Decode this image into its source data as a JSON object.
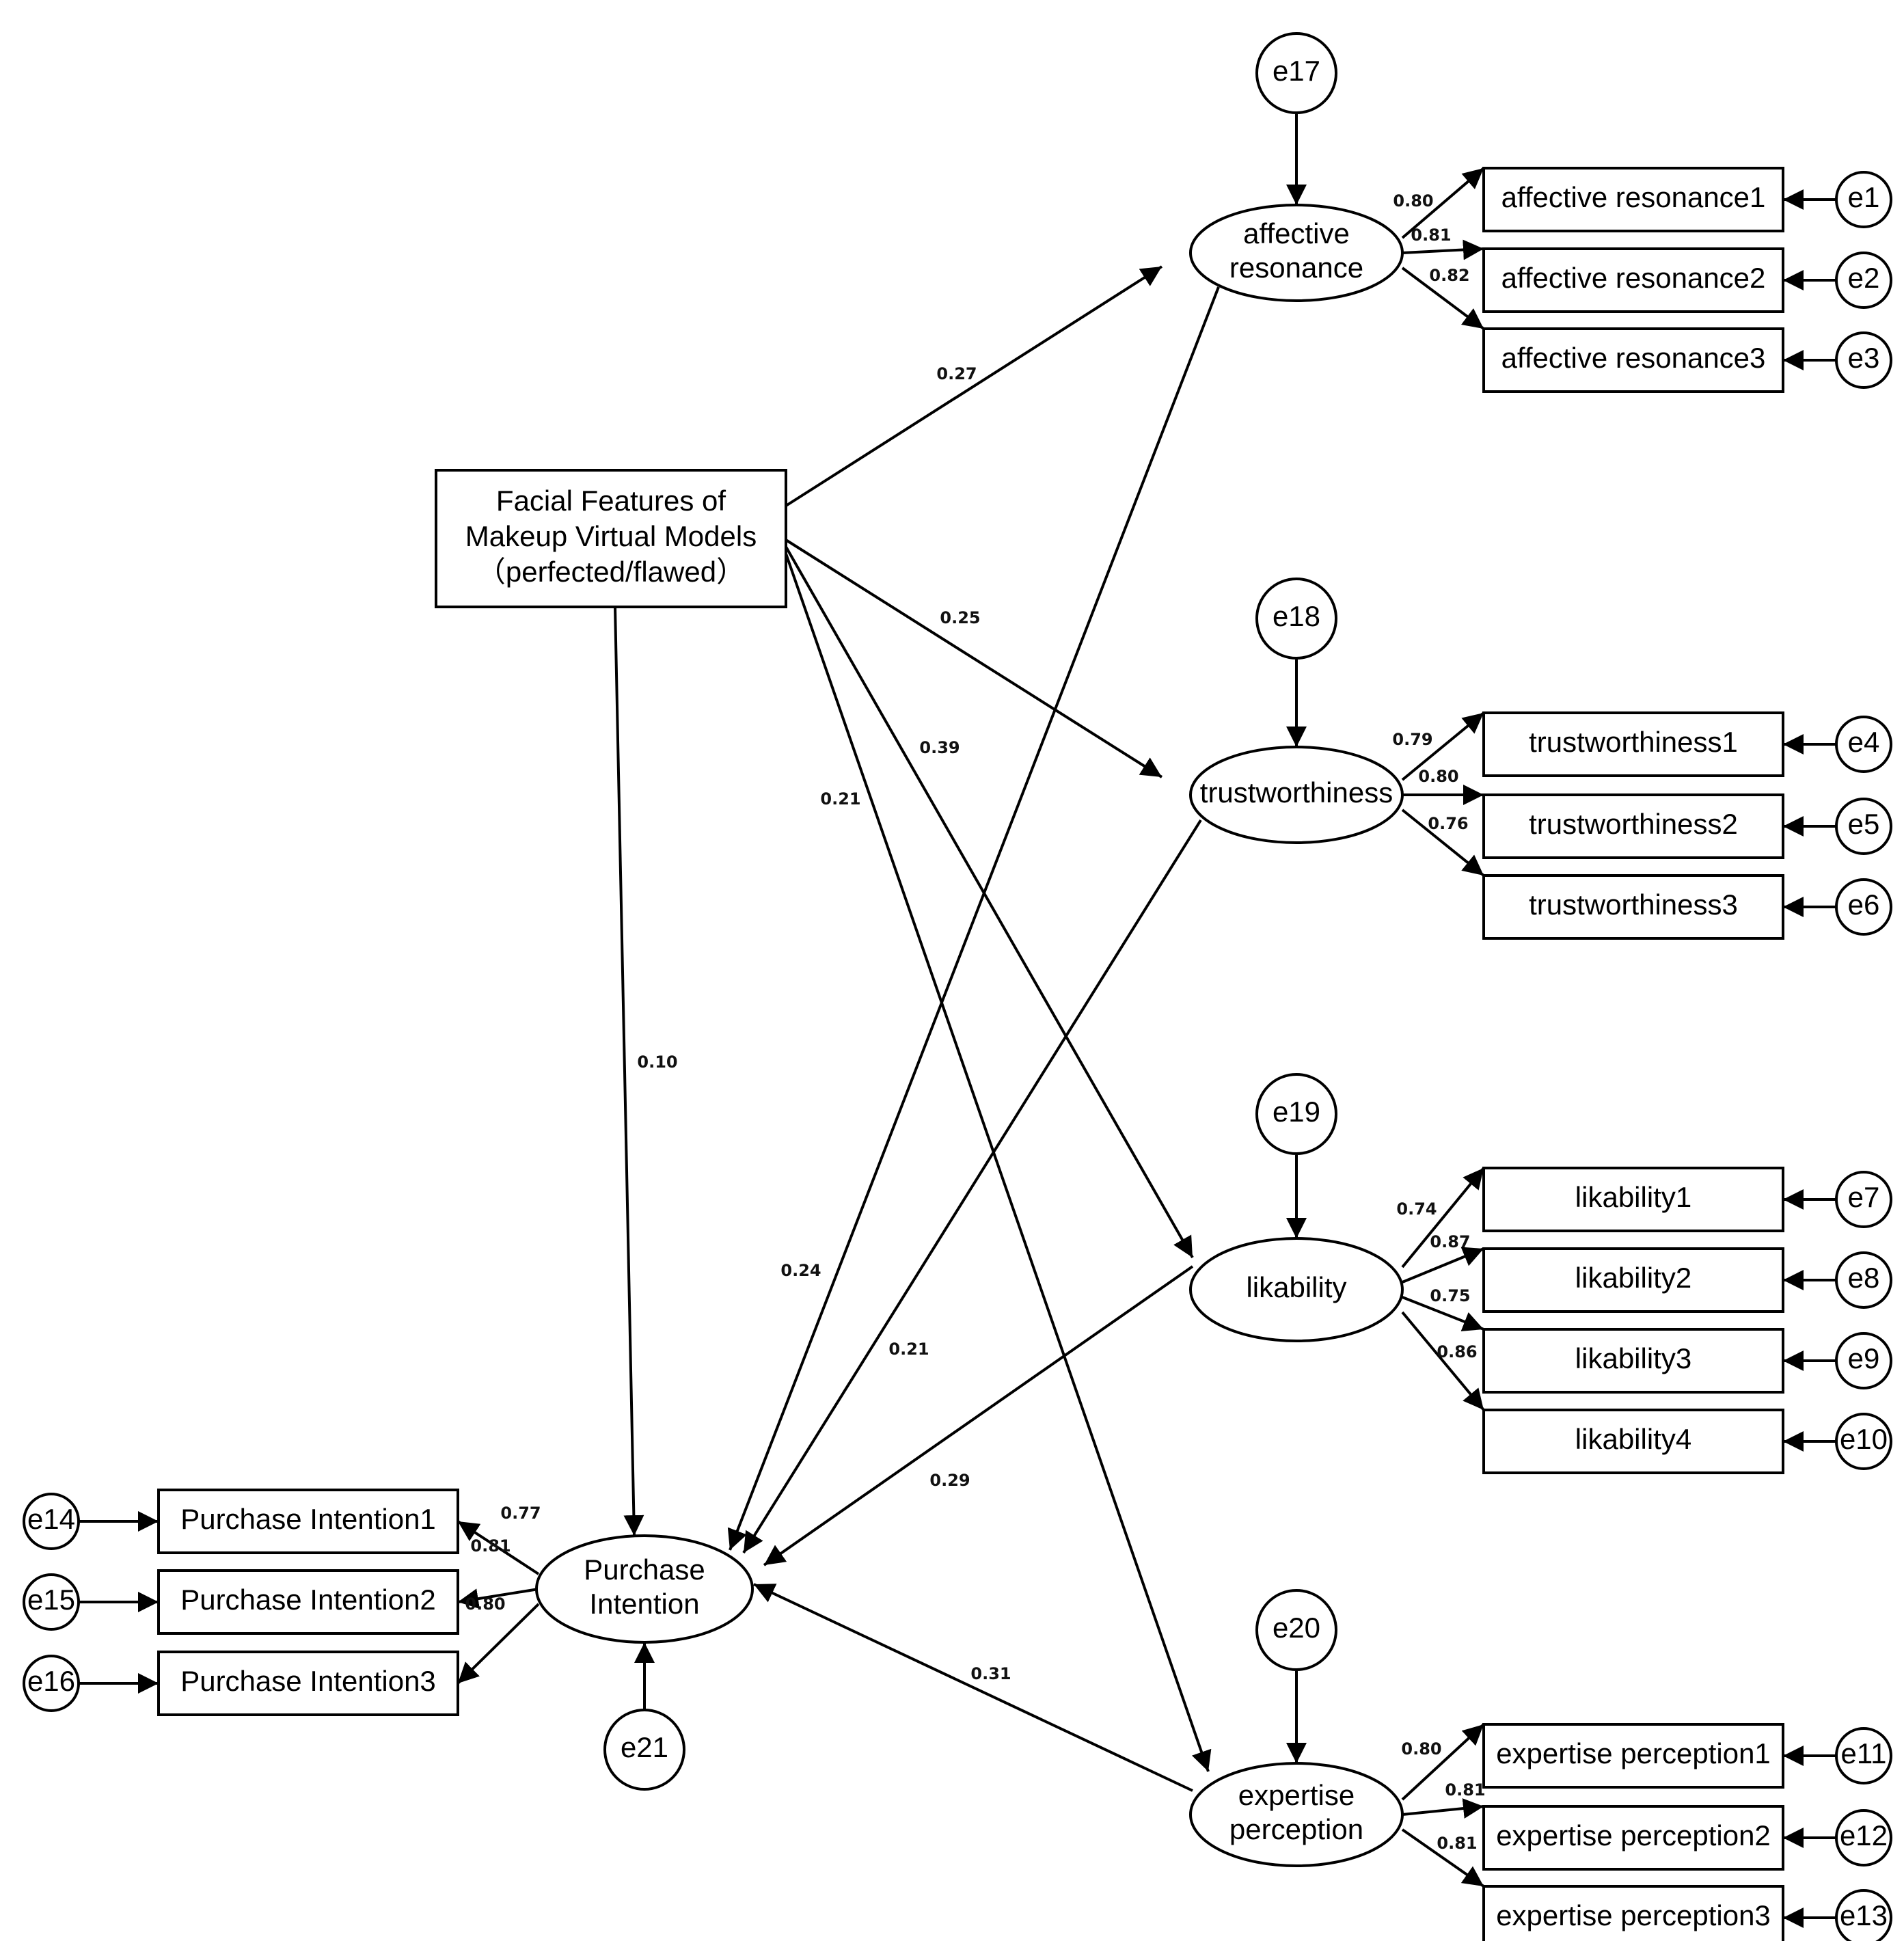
{
  "colors": {
    "line": "#000000",
    "background": "#ffffff"
  },
  "nodes": {
    "facial": {
      "lines": [
        "Facial Features of",
        "Makeup Virtual Models",
        "（perfected/flawed）"
      ]
    },
    "affective": {
      "lines": [
        "affective",
        "resonance"
      ]
    },
    "trust": {
      "lines": [
        "trustworthiness"
      ]
    },
    "likability": {
      "lines": [
        "likability"
      ]
    },
    "expertise": {
      "lines": [
        "expertise",
        "perception"
      ]
    },
    "purchase": {
      "lines": [
        "Purchase",
        "Intention"
      ]
    }
  },
  "indicators": {
    "affective": [
      "affective resonance1",
      "affective resonance2",
      "affective resonance3"
    ],
    "trust": [
      "trustworthiness1",
      "trustworthiness2",
      "trustworthiness3"
    ],
    "likability": [
      "likability1",
      "likability2",
      "likability3",
      "likability4"
    ],
    "expertise": [
      "expertise perception1",
      "expertise perception2",
      "expertise perception3"
    ],
    "purchase": [
      "Purchase Intention1",
      "Purchase Intention2",
      "Purchase Intention3"
    ]
  },
  "errors": {
    "indicators": [
      "e1",
      "e2",
      "e3",
      "e4",
      "e5",
      "e6",
      "e7",
      "e8",
      "e9",
      "e10",
      "e11",
      "e12",
      "e13",
      "e14",
      "e15",
      "e16"
    ],
    "latent": {
      "affective": "e17",
      "trust": "e18",
      "likability": "e19",
      "expertise": "e20",
      "purchase": "e21"
    }
  },
  "loadings": {
    "affective": [
      "0.80",
      "0.81",
      "0.82"
    ],
    "trust": [
      "0.79",
      "0.80",
      "0.76"
    ],
    "likability": [
      "0.74",
      "0.87",
      "0.75",
      "0.86"
    ],
    "expertise": [
      "0.80",
      "0.81",
      "0.81"
    ],
    "purchase": [
      "0.77",
      "0.81",
      "0.80"
    ]
  },
  "paths": {
    "facial_affective": "0.27",
    "facial_trust": "0.25",
    "facial_likability": "0.39",
    "facial_expertise": "0.21",
    "facial_purchase": "0.10",
    "affective_purchase": "0.24",
    "trust_purchase": "0.21",
    "likability_purchase": "0.29",
    "expertise_purchase": "0.31"
  }
}
